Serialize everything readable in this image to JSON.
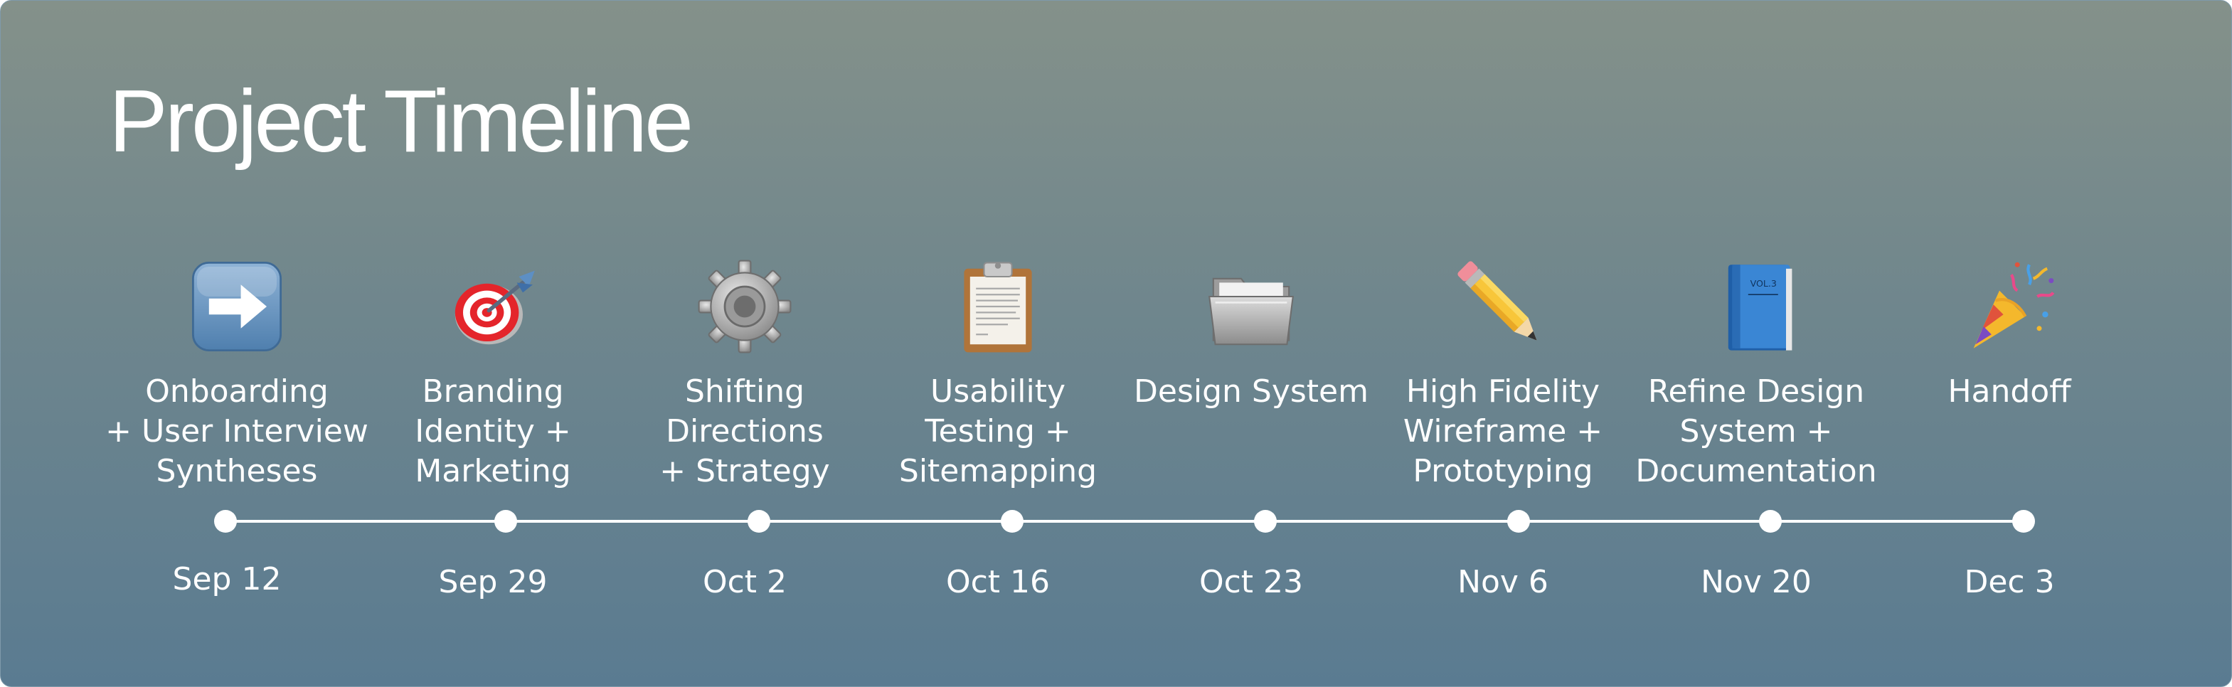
{
  "title": "Project Timeline",
  "milestones": [
    {
      "label": "Onboarding\n+ User Interview\nSyntheses",
      "date": "Sep 12",
      "icon": "right-arrow-icon"
    },
    {
      "label": "Branding\nIdentity +\nMarketing",
      "date": "Sep 29",
      "icon": "target-icon"
    },
    {
      "label": "Shifting\nDirections\n+ Strategy",
      "date": "Oct 2",
      "icon": "gear-icon"
    },
    {
      "label": "Usability\nTesting +\nSitemapping",
      "date": "Oct 16",
      "icon": "clipboard-icon"
    },
    {
      "label": "Design System",
      "date": "Oct 23",
      "icon": "folder-icon"
    },
    {
      "label": "High Fidelity\nWireframe +\nPrototyping",
      "date": "Nov 6",
      "icon": "pencil-icon"
    },
    {
      "label": "Refine Design\nSystem +\nDocumentation",
      "date": "Nov 20",
      "icon": "blue-book-icon"
    },
    {
      "label": "Handoff",
      "date": "Dec 3",
      "icon": "party-popper-icon"
    }
  ],
  "colors": {
    "background_top": "#84918a",
    "background_bottom": "#5a7b91",
    "text": "#ffffff",
    "timeline": "#ffffff"
  }
}
